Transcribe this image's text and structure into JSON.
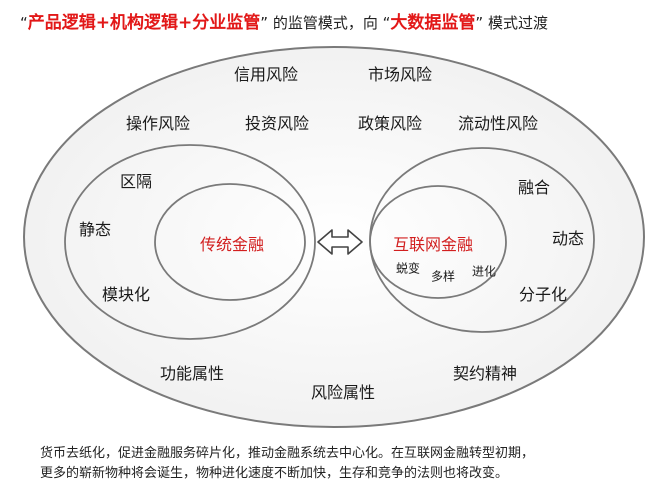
{
  "title": {
    "q1": "“",
    "p1": "产品逻辑+机构逻辑+分业监管",
    "q2": "”",
    "p2": " 的监管模式，向 ",
    "q3": "“",
    "p3": "大数据监管",
    "q4": "”",
    "p4": " 模式过渡"
  },
  "outer_labels": {
    "credit": "信用风险",
    "market": "市场风险",
    "operation": "操作风险",
    "investment": "投资风险",
    "policy": "政策风险",
    "liquidity": "流动性风险",
    "function": "功能属性",
    "risk": "风险属性",
    "contract": "契约精神"
  },
  "left": {
    "isolation": "区隔",
    "static": "静态",
    "modular": "模块化",
    "core": "传统金融"
  },
  "right": {
    "fusion": "融合",
    "dynamic": "动态",
    "molecular": "分子化",
    "core": "互联网金融",
    "mutation": "蜕变",
    "diversity": "多样",
    "evolution": "进化"
  },
  "footer": {
    "line1": "货币去纸化，促进金融服务碎片化，推动金融系统去中心化。在互联网金融转型初期，",
    "line2": "更多的崭新物种将会诞生，物种进化速度不断加快，生存和竞争的法则也将改变。"
  },
  "colors": {
    "accent_red": "#d21f1f",
    "ellipse_stroke": "#7a7a7a",
    "ellipse_fill": "#f4f4f4"
  }
}
